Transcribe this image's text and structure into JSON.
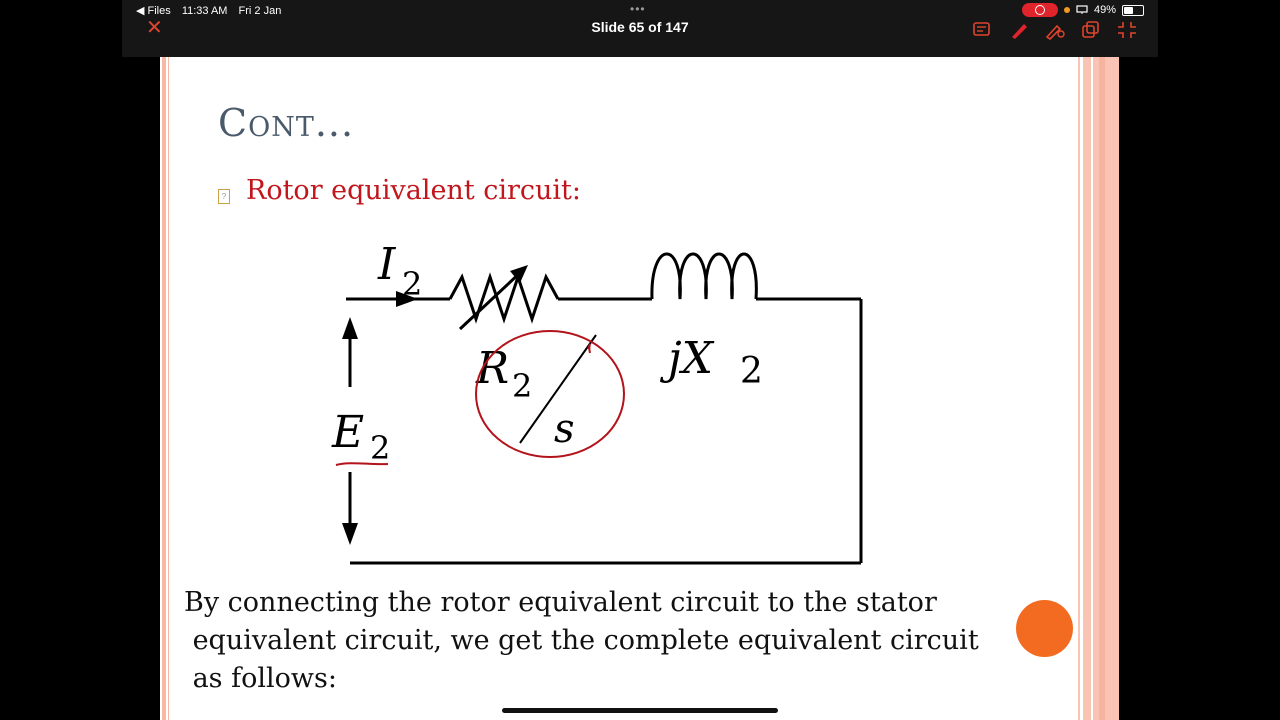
{
  "status_bar": {
    "back_app": "◀ Files",
    "time": "11:33 AM",
    "date": "Fri 2 Jan",
    "battery": "49%",
    "slide_indicator": "Slide 65 of 147"
  },
  "toolbar_icons": [
    "close-icon",
    "caption-icon",
    "pen-icon",
    "pencil-settings-icon",
    "duplicate-icon",
    "collapse-icon"
  ],
  "slide": {
    "heading": "Cont...",
    "bullet_text": "Rotor equivalent circuit:",
    "circuit_labels": {
      "current": "I",
      "current_sub": "2",
      "resistance": "R",
      "resistance_sub": "2",
      "slip": "s",
      "reactance": "jX",
      "reactance_sub": "2",
      "emf": "E",
      "emf_sub": "2"
    },
    "paragraph_lines": [
      "By connecting the rotor equivalent circuit to the stator",
      " equivalent circuit, we get the complete equivalent circuit",
      " as follows:"
    ]
  },
  "colors": {
    "accent_red": "#c0161c",
    "heading_gray": "#4a5a6b",
    "border_salmon": "#f9c4b3",
    "pointer_orange": "#f36b21",
    "ink_red": "#b3131a"
  }
}
